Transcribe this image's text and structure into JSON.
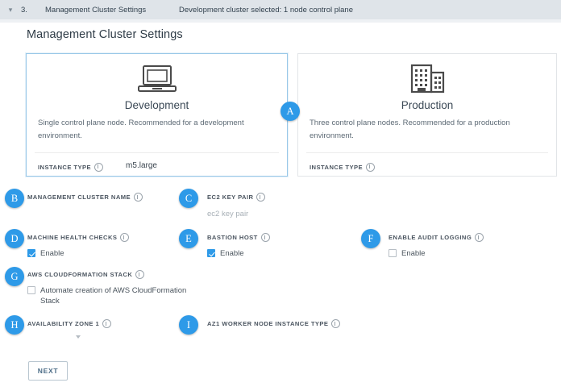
{
  "topbar": {
    "chevron_icon": "chevron-down-icon",
    "step_number": "3.",
    "step_title": "Management Cluster Settings",
    "step_summary": "Development cluster selected: 1 node control plane"
  },
  "page_title": "Management Cluster Settings",
  "colors": {
    "accent": "#2e9ae8",
    "selected_card_border": "#99c8e8",
    "topbar_bg": "#dfe4e9",
    "label_text": "#4b5560"
  },
  "instance_type_label": "INSTANCE TYPE",
  "cards": [
    {
      "badge": "",
      "icon": "laptop-icon",
      "name": "Development",
      "description": "Single control plane node. Recommended for a development environment.",
      "instance_type_label": "INSTANCE TYPE",
      "instance_type_value": "m5.large",
      "selected": true
    },
    {
      "badge": "A",
      "icon": "office-building-icon",
      "name": "Production",
      "description": "Three control plane nodes. Recommended for a production environment.",
      "instance_type_label": "INSTANCE TYPE",
      "instance_type_value": "",
      "selected": false
    }
  ],
  "badge_a": "A",
  "fields": {
    "management_cluster_name": {
      "badge": "B",
      "label": "MANAGEMENT CLUSTER NAME",
      "value": "",
      "placeholder": ""
    },
    "ec2_key_pair": {
      "badge": "C",
      "label": "EC2 KEY PAIR",
      "value": "",
      "placeholder": "ec2 key pair"
    },
    "machine_health_checks": {
      "badge": "D",
      "label": "MACHINE HEALTH CHECKS",
      "checkbox_label": "Enable",
      "checked": true
    },
    "bastion_host": {
      "badge": "E",
      "label": "BASTION HOST",
      "checkbox_label": "Enable",
      "checked": true
    },
    "enable_audit_logging": {
      "badge": "F",
      "label": "ENABLE AUDIT LOGGING",
      "checkbox_label": "Enable",
      "checked": false
    },
    "aws_cloudformation_stack": {
      "badge": "G",
      "label": "AWS CLOUDFORMATION STACK",
      "checkbox_label": "Automate creation of AWS CloudFormation Stack",
      "checked": false
    },
    "availability_zone_1": {
      "badge": "H",
      "label": "AVAILABILITY ZONE 1",
      "value": "",
      "control": "dropdown"
    },
    "az1_worker_node_instance_type": {
      "badge": "I",
      "label": "AZ1 WORKER NODE INSTANCE TYPE",
      "value": ""
    }
  },
  "next_button": "NEXT"
}
